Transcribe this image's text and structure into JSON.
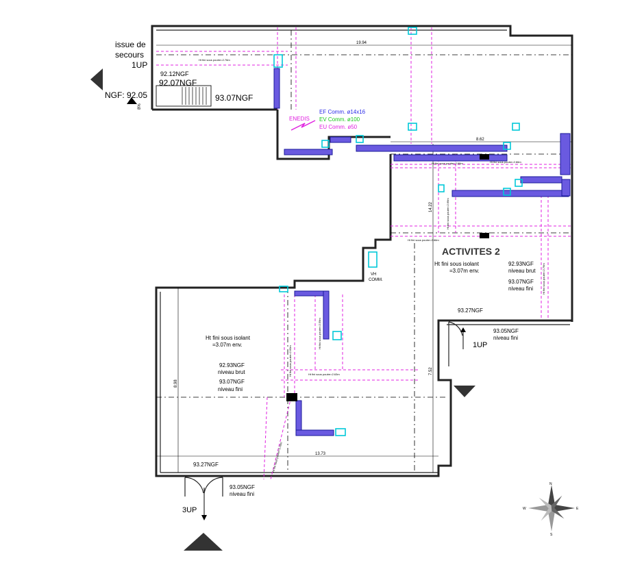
{
  "title": "ACTIVITES 2",
  "emergency": {
    "label_line1": "issue de",
    "label_line2": "secours",
    "up": "1UP"
  },
  "levels": {
    "l9212": "92.12NGF",
    "l9207": "92.07NGF",
    "ngf9205": "NGF: 92.05",
    "l9307_top": "93.07NGF",
    "top_pct": "8%"
  },
  "network": {
    "enedis": "ENEDIS",
    "ef": "EF Comm. ø14x16",
    "ev": "EV Comm. ø100",
    "eu": "EU Comm. ø50",
    "colors": {
      "ef": "#2a2ae8",
      "ev": "#18c818",
      "eu": "#e020e0"
    }
  },
  "dimensions": {
    "d1994": "19.94",
    "d862": "8.62",
    "d1422": "14.22",
    "d898": "8.98",
    "d752": "7.52",
    "d1373": "13.73"
  },
  "zone_right": {
    "ht_line1": "Ht fini sous isolant",
    "ht_line2": "=3.07m env.",
    "brut_val": "92.93NGF",
    "brut_lbl": "niveau brut",
    "fini_val": "93.07NGF",
    "fini_lbl": "niveau fini"
  },
  "zone_left": {
    "ht_line1": "Ht fini sous isolant",
    "ht_line2": "=3.07m env.",
    "brut_val": "92.93NGF",
    "brut_lbl": "niveau brut",
    "fini_val": "93.07NGF",
    "fini_lbl": "niveau fini"
  },
  "entry_right": {
    "level": "93.27NGF",
    "fini_val": "93.05NGF",
    "fini_lbl": "niveau fini",
    "up": "1UP"
  },
  "entry_left": {
    "level": "93.27NGF",
    "fini_val": "93.05NGF",
    "fini_lbl": "niveau fini",
    "up": "3UP"
  },
  "vh": {
    "line1": "VH",
    "line2": "COMM."
  },
  "beams": {
    "b1": "Ht fini sous poutre=2.76m",
    "b2": "Ht fini sous poutre=2.66m",
    "b3": "Ht fini sous poutre=2.66m",
    "b4": "Ht fini sous poutre=2.66m",
    "b5": "Ht fini sous poutre=2.63m",
    "b6": "Ht fini sous poutre=2.66m",
    "b7": "Ht fini sous poutre=2.76m",
    "b8": "Ht fini sous poutre=2.59m",
    "b9": "Ht fini sous poutre=2.60m",
    "b10": "Ht fini sous poutre=3.16m"
  },
  "compass": {
    "n": "N",
    "s": "S",
    "e": "E",
    "w": "W"
  }
}
